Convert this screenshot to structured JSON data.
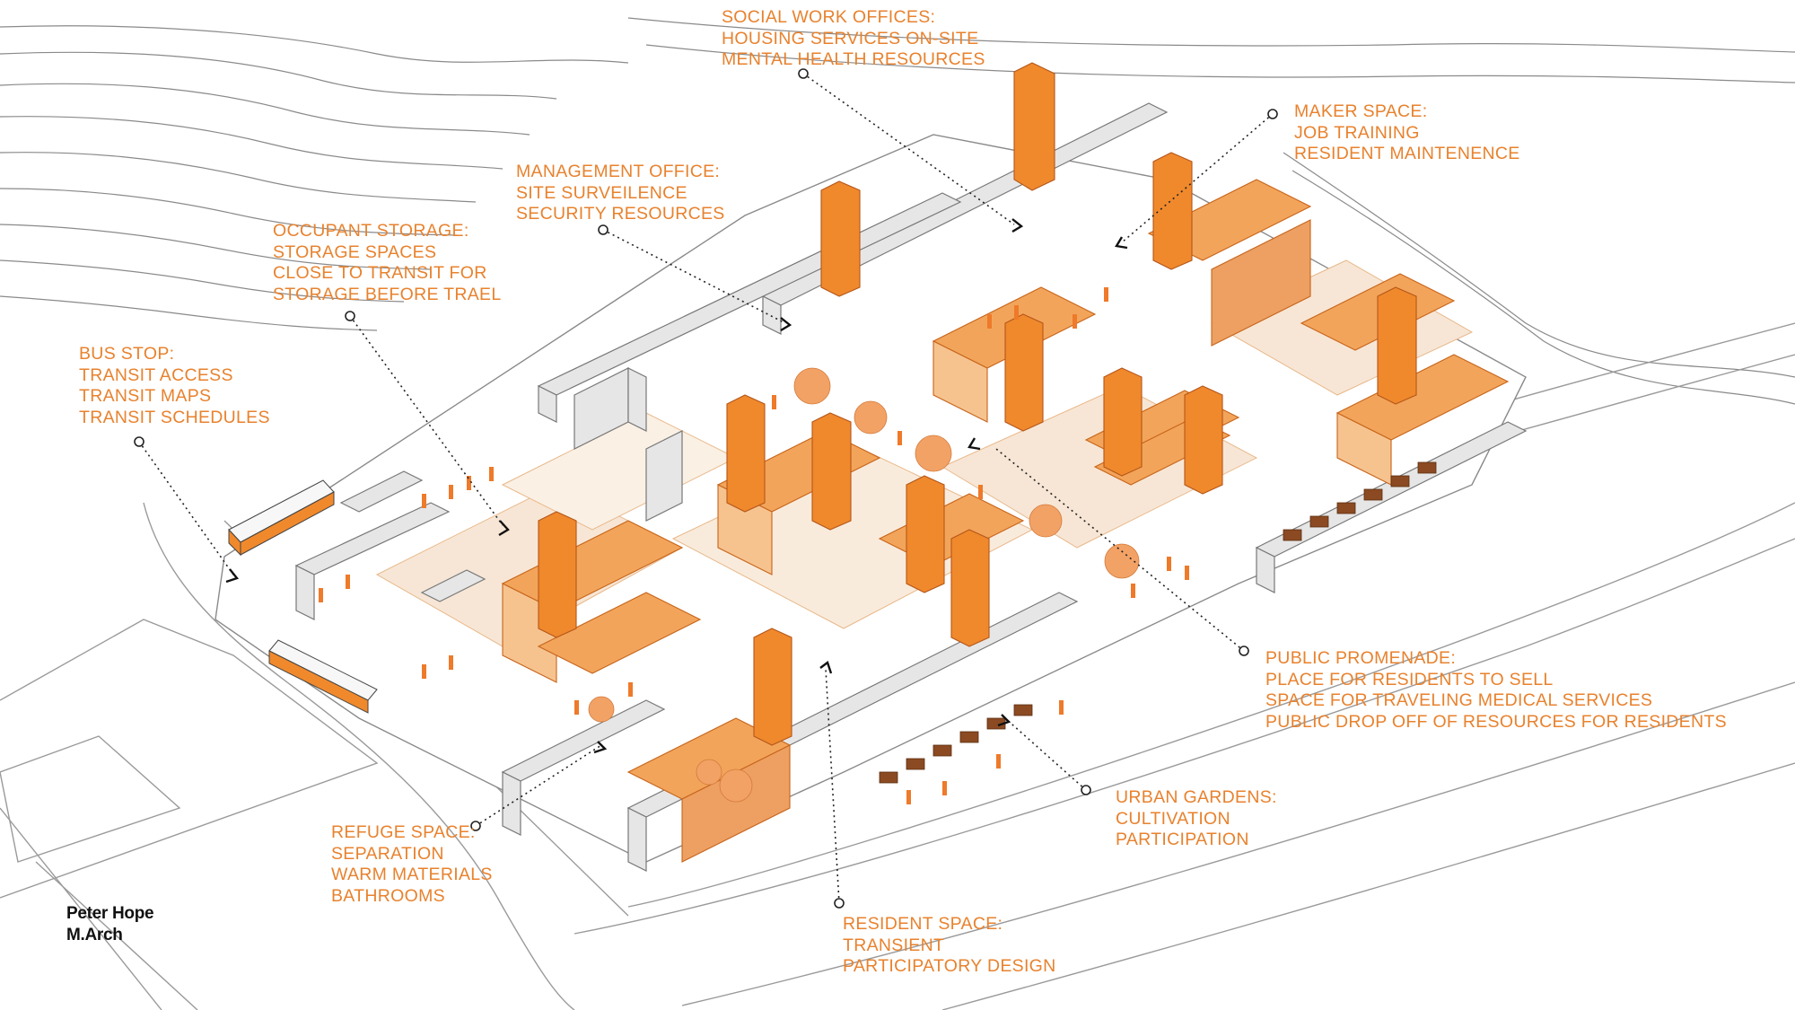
{
  "annotations": [
    {
      "id": "social-work-offices",
      "lines": [
        "SOCIAL WORK OFFICES:",
        "HOUSING SERVICES ON-SITE",
        "MENTAL HEALTH RESOURCES"
      ]
    },
    {
      "id": "maker-space",
      "lines": [
        "MAKER SPACE:",
        "JOB TRAINING",
        "RESIDENT MAINTENENCE"
      ]
    },
    {
      "id": "management-office",
      "lines": [
        "MANAGEMENT OFFICE:",
        "SITE SURVEILENCE",
        "SECURITY RESOURCES"
      ]
    },
    {
      "id": "occupant-storage",
      "lines": [
        "OCCUPANT STORAGE:",
        "STORAGE SPACES",
        "CLOSE TO TRANSIT FOR",
        "STORAGE BEFORE TRAEL"
      ]
    },
    {
      "id": "bus-stop",
      "lines": [
        "BUS STOP:",
        "TRANSIT ACCESS",
        "TRANSIT MAPS",
        "TRANSIT SCHEDULES"
      ]
    },
    {
      "id": "public-promenade",
      "lines": [
        "PUBLIC PROMENADE:",
        "PLACE FOR RESIDENTS TO SELL",
        "SPACE FOR TRAVELING MEDICAL SERVICES",
        "PUBLIC DROP OFF OF RESOURCES FOR RESIDENTS"
      ]
    },
    {
      "id": "urban-gardens",
      "lines": [
        "URBAN GARDENS:",
        "CULTIVATION",
        "PARTICIPATION"
      ]
    },
    {
      "id": "refuge-space",
      "lines": [
        "REFUGE SPACE:",
        "SEPARATION",
        "WARM MATERIALS",
        "BATHROOMS"
      ]
    },
    {
      "id": "resident-space",
      "lines": [
        "RESIDENT SPACE:",
        "TRANSIENT",
        "PARTICIPATORY DESIGN"
      ]
    }
  ],
  "credit": {
    "name": "Peter Hope",
    "degree": "M.Arch"
  },
  "colors": {
    "accent": "#e8822e",
    "accent_dark": "#c8641a",
    "timber": "#f2a55a",
    "linework": "#9a9a9a",
    "pavement": "#f6e2cf"
  }
}
